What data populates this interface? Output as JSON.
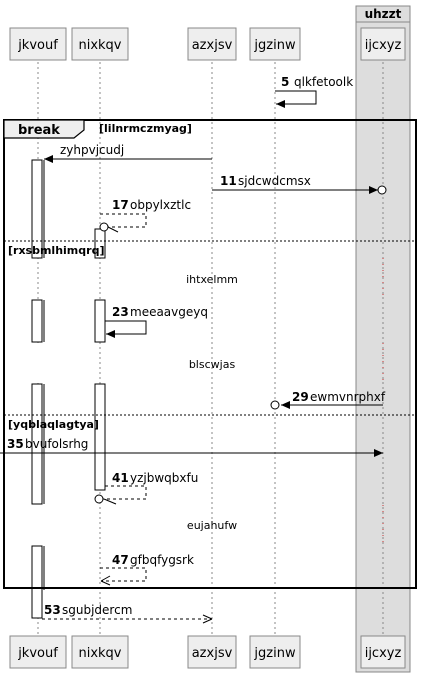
{
  "participants": [
    {
      "id": "p0",
      "label": "jkvouf"
    },
    {
      "id": "p1",
      "label": "nixkqv"
    },
    {
      "id": "p2",
      "label": "azxjsv"
    },
    {
      "id": "p3",
      "label": "jgzinw"
    },
    {
      "id": "p4",
      "label": "ijcxyz"
    }
  ],
  "group": {
    "label": "uhzzt"
  },
  "fragment": {
    "keyword": "break",
    "guard": "[lilnrmczmyag]",
    "sections": [
      {
        "guard": "[rxsbmlhimqrq]"
      },
      {
        "guard": "[yqblaqlagtya]"
      }
    ]
  },
  "messages": [
    {
      "id": "m5",
      "num": "5",
      "text": "qlkfetoolk"
    },
    {
      "id": "m-a",
      "num": "",
      "text": "zyhpvjcudj"
    },
    {
      "id": "m11",
      "num": "11",
      "text": "sjdcwdcmsx"
    },
    {
      "id": "m17",
      "num": "17",
      "text": "obpylxztlc"
    },
    {
      "id": "m23",
      "num": "23",
      "text": "meeaavgeyq"
    },
    {
      "id": "m29",
      "num": "29",
      "text": "ewmvnrphxf"
    },
    {
      "id": "m35",
      "num": "35",
      "text": "bvufolsrhg"
    },
    {
      "id": "m41",
      "num": "41",
      "text": "yzjbwqbxfu"
    },
    {
      "id": "m47",
      "num": "47",
      "text": "gfbqfygsrk"
    },
    {
      "id": "m53",
      "num": "53",
      "text": "sgubjdercm"
    }
  ],
  "delays": [
    {
      "id": "d1",
      "text": "ihtxelmm"
    },
    {
      "id": "d2",
      "text": "blscwjas"
    },
    {
      "id": "d3",
      "text": "eujahufw"
    }
  ]
}
